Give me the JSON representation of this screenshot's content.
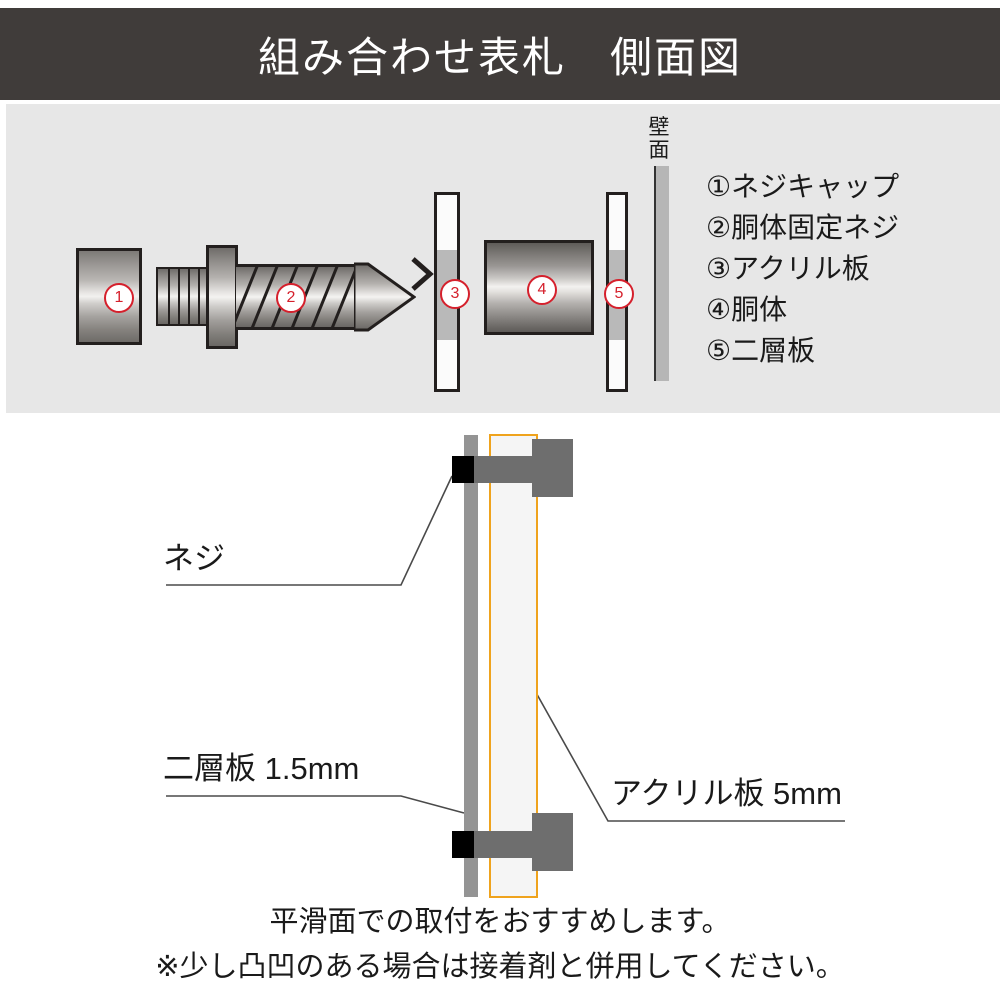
{
  "header": {
    "title": "組み合わせ表札　側面図",
    "background_color": "#403c3a",
    "text_color": "#ffffff"
  },
  "exploded_view": {
    "background_color": "#e7e7e7",
    "wall": {
      "label_chars": [
        "壁",
        "面"
      ],
      "label_text": "壁面",
      "bar_color": "#b6b6b6",
      "edge_color": "#333333"
    },
    "parts": [
      {
        "number": "①",
        "name": "screw-cap",
        "label": "ネジキャップ"
      },
      {
        "number": "②",
        "name": "body-fixing-screw",
        "label": "胴体固定ネジ"
      },
      {
        "number": "③",
        "name": "acrylic-plate",
        "label": "アクリル板"
      },
      {
        "number": "④",
        "name": "body",
        "label": "胴体"
      },
      {
        "number": "⑤",
        "name": "two-layer-plate",
        "label": "二層板"
      }
    ],
    "badge_color": "#d5202c",
    "badges": {
      "cap": "1",
      "screw": "2",
      "acrylic": "3",
      "body": "4",
      "two_layer": "5"
    }
  },
  "cross_section": {
    "accent_color": "#efa31d",
    "plate_color": "#949494",
    "screw_color": "#6e6e6e",
    "cap_color": "#000000",
    "labels": {
      "screw": "ネジ",
      "two_layer": "二層板 1.5mm",
      "acrylic": "アクリル板 5mm"
    }
  },
  "footer": {
    "lines": [
      "平滑面での取付をおすすめします。",
      "※少し凸凹のある場合は接着剤と併用してください。"
    ]
  }
}
